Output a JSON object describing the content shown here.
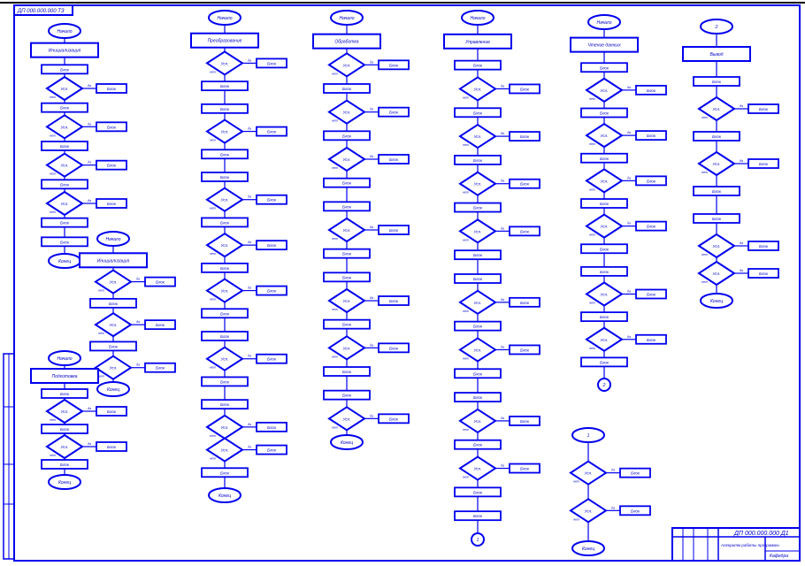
{
  "sheet": {
    "stamp_top": "ДП 000.000.000 ТЗ",
    "title_block_code": "ДП 000.000.000 Д1",
    "title_block_name": "Алгоритм работы программы",
    "title_block_org": "Кафедра"
  },
  "columns": [
    {
      "start": "Начало",
      "title": "Инициализация",
      "end": "Конец"
    },
    {
      "start": "Начало",
      "title": "Преобразование",
      "end": "Конец"
    },
    {
      "start": "Начало",
      "title": "Обработка",
      "end": "Конец"
    },
    {
      "start": "Начало",
      "title": "Управление",
      "end": "1"
    },
    {
      "start": "Начало",
      "title": "Чтение данных",
      "end": "2"
    },
    {
      "start": "2",
      "title": "Вывод",
      "end": "Конец"
    }
  ],
  "sub_flows": [
    {
      "start": "Начало",
      "title": "Инициализация",
      "end": "Конец"
    },
    {
      "start": "Начало",
      "title": "Подготовка",
      "end": "Конец"
    },
    {
      "start": "1",
      "title": "",
      "end": "Конец"
    }
  ],
  "labels": {
    "yes": "да",
    "no": "нет",
    "block": "Блок",
    "condition": "Усл."
  },
  "colors": {
    "stroke": "#0000ee",
    "frame": "#000000"
  }
}
